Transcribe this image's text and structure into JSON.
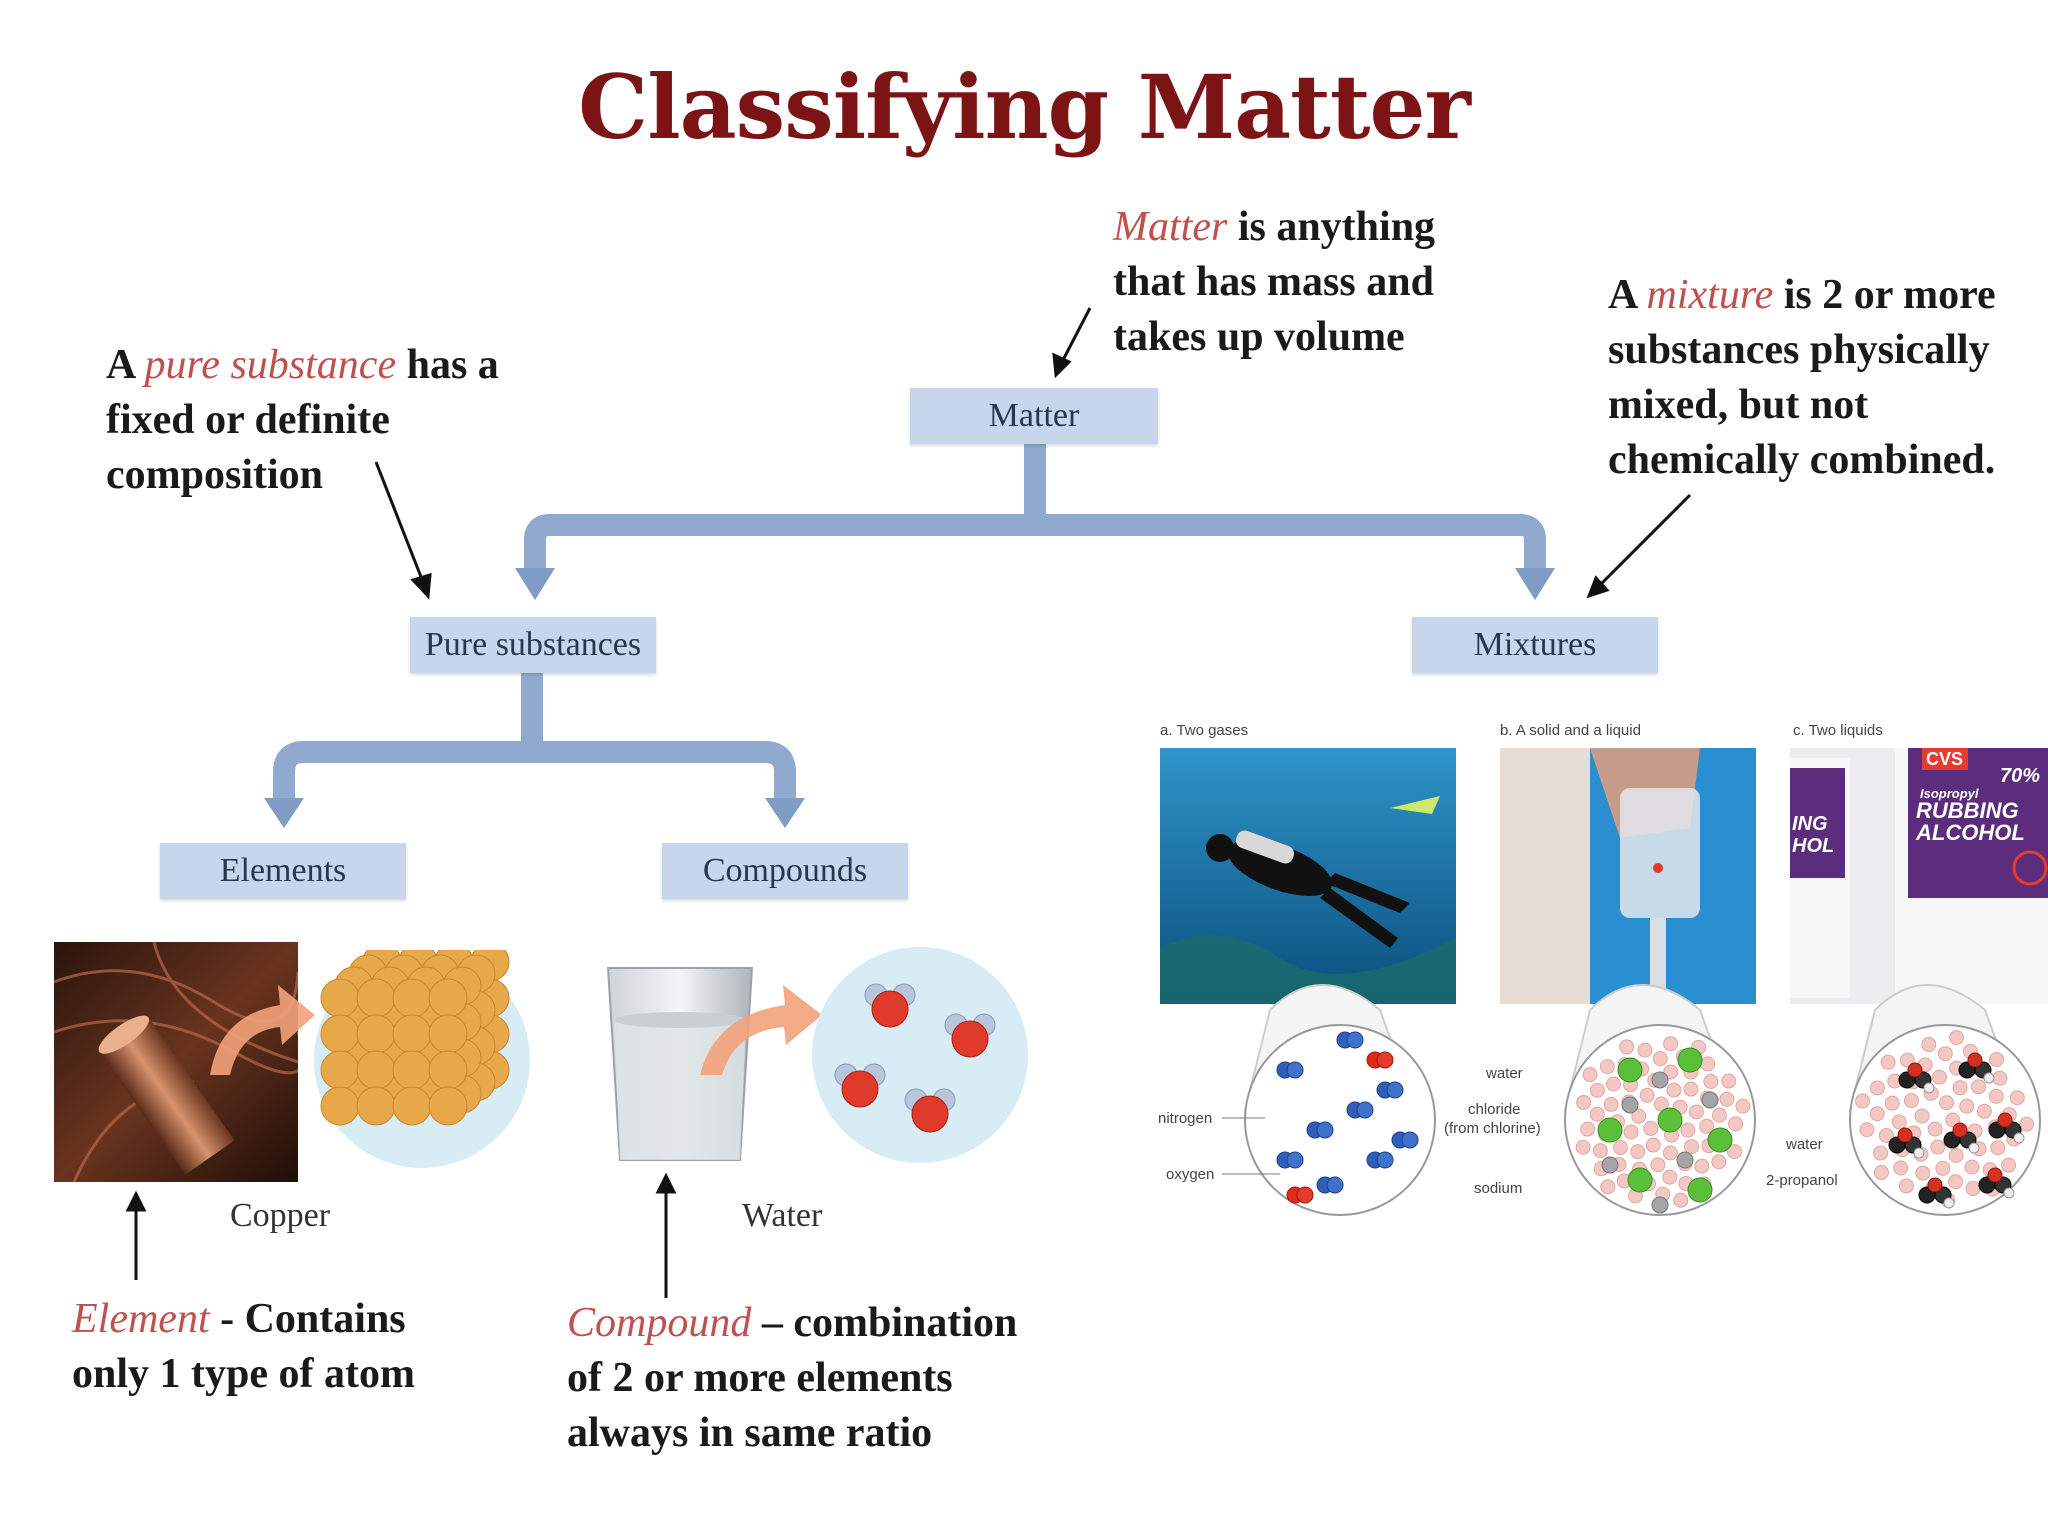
{
  "title": "Classifying Matter",
  "notes": {
    "matter": {
      "term": "Matter",
      "rest_line1": " is anything",
      "line2": "that has mass and",
      "line3": "takes up volume"
    },
    "pure": {
      "prefix": "A ",
      "term": "pure substance",
      "rest_line1": " has a",
      "line2": "fixed or definite",
      "line3": "composition"
    },
    "mixture": {
      "prefix": "A ",
      "term": "mixture",
      "rest_line1": " is 2 or more",
      "line2": "substances physically",
      "line3": "mixed, but not",
      "line4": "chemically combined."
    },
    "element": {
      "term": "Element",
      "rest_line1": " - Contains",
      "line2": "only 1 type of atom"
    },
    "compound": {
      "term": "Compound",
      "rest_line1": " – combination",
      "line2": "of 2 or more elements",
      "line3": "always in same ratio"
    }
  },
  "boxes": {
    "matter": "Matter",
    "pure_substances": "Pure substances",
    "mixtures": "Mixtures",
    "elements": "Elements",
    "compounds": "Compounds"
  },
  "captions": {
    "copper": "Copper",
    "water": "Water"
  },
  "mixture_panels": {
    "a": {
      "label": "a. Two gases",
      "labels": [
        "nitrogen",
        "oxygen"
      ]
    },
    "b": {
      "label": "b. A solid and a liquid",
      "labels": [
        "water",
        "chloride",
        "(from chlorine)",
        "sodium"
      ]
    },
    "c": {
      "label": "c. Two liquids",
      "labels": [
        "water",
        "2-propanol"
      ],
      "bottle_brand": "CVS",
      "bottle_text": [
        "Isopropyl",
        "RUBBING",
        "ALCOHOL"
      ],
      "bottle_percent": "70%",
      "bottle_left_fragment": [
        "ING",
        "HOL"
      ]
    }
  },
  "colors": {
    "title": "#7c1416",
    "highlight": "#c0504d",
    "box": "#c7d6ea",
    "arrow": "#7f9cc4"
  },
  "icons": [
    "copper-photo",
    "copper-lattice-icon",
    "water-glass-photo",
    "water-molecules-icon",
    "diver-photo",
    "salt-water-photo",
    "alcohol-bottle-photo"
  ]
}
